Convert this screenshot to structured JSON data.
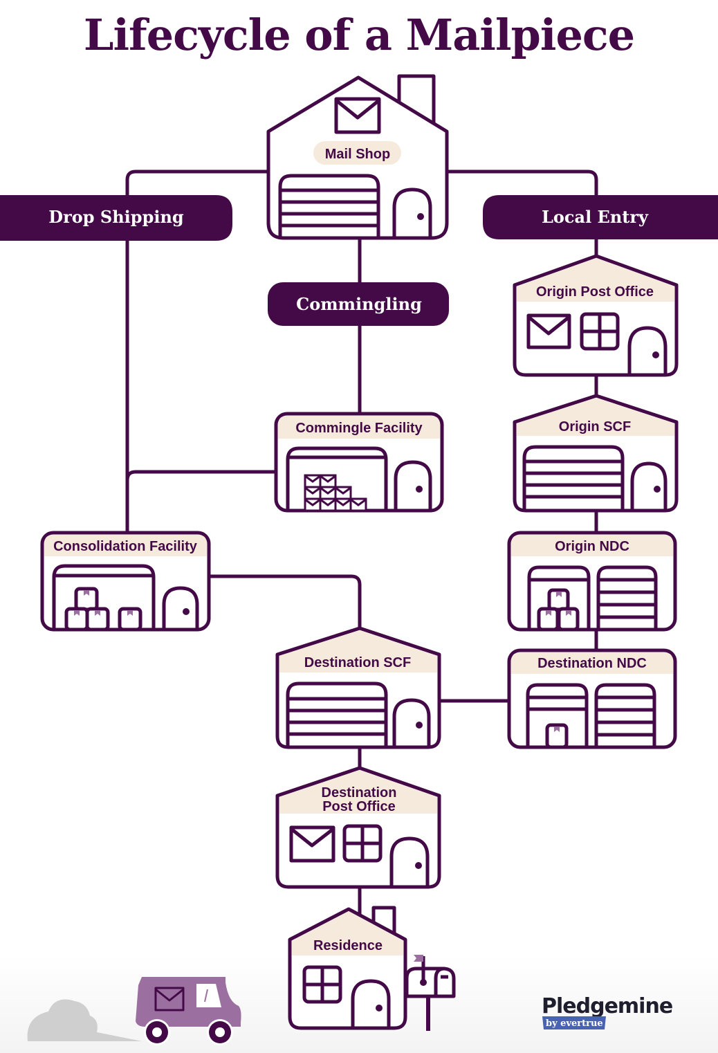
{
  "title": "Lifecycle of a Mailpiece",
  "colors": {
    "primary": "#440a47",
    "label_band": "#f5eadc",
    "truck": "#9b70a0",
    "cloud": "#cfcfcf",
    "brand_text": "#1e1e2e",
    "brand_badge": "#4a62b3"
  },
  "routes": {
    "drop_shipping": "Drop Shipping",
    "commingling": "Commingling",
    "local_entry": "Local Entry"
  },
  "nodes": {
    "mail_shop": "Mail Shop",
    "origin_post_office": "Origin Post Office",
    "commingle_facility": "Commingle Facility",
    "origin_scf": "Origin SCF",
    "consolidation_facility": "Consolidation Facility",
    "origin_ndc": "Origin NDC",
    "destination_scf": "Destination SCF",
    "destination_ndc": "Destination NDC",
    "destination_post_office_line1": "Destination",
    "destination_post_office_line2": "Post Office",
    "residence": "Residence"
  },
  "connections": [
    {
      "from": "Mail Shop",
      "to": "Drop Shipping"
    },
    {
      "from": "Mail Shop",
      "to": "Commingling"
    },
    {
      "from": "Mail Shop",
      "to": "Local Entry"
    },
    {
      "from": "Drop Shipping",
      "to": "Consolidation Facility"
    },
    {
      "from": "Commingling",
      "to": "Commingle Facility"
    },
    {
      "from": "Commingle Facility",
      "to": "Consolidation Facility"
    },
    {
      "from": "Local Entry",
      "to": "Origin Post Office"
    },
    {
      "from": "Origin Post Office",
      "to": "Origin SCF"
    },
    {
      "from": "Origin SCF",
      "to": "Origin NDC"
    },
    {
      "from": "Origin NDC",
      "to": "Destination NDC"
    },
    {
      "from": "Consolidation Facility",
      "to": "Destination SCF"
    },
    {
      "from": "Destination NDC",
      "to": "Destination SCF"
    },
    {
      "from": "Destination SCF",
      "to": "Destination Post Office"
    },
    {
      "from": "Destination Post Office",
      "to": "Residence"
    }
  ],
  "brand": {
    "name": "Pledgemine",
    "byline": "by evertrue"
  }
}
